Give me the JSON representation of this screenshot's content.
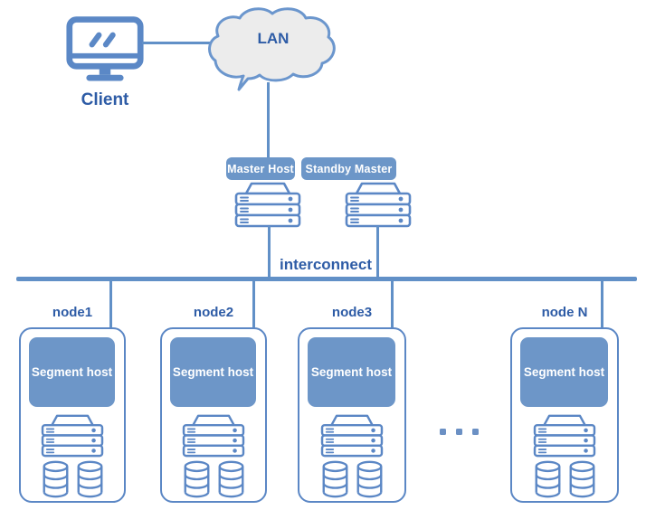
{
  "diagram": {
    "client": {
      "label": "Client"
    },
    "lan": {
      "label": "LAN"
    },
    "masters": {
      "master_label": "Master Host",
      "standby_label": "Standby Master"
    },
    "interconnect": {
      "label": "interconnect"
    },
    "nodes": [
      {
        "label": "node1",
        "segment_label": "Segment host"
      },
      {
        "label": "node2",
        "segment_label": "Segment host"
      },
      {
        "label": "node3",
        "segment_label": "Segment host"
      },
      {
        "label": "node N",
        "segment_label": "Segment host"
      }
    ],
    "icons": [
      "client-monitor-icon",
      "lan-cloud-icon",
      "server-rack-icon",
      "database-cylinder-icon",
      "ellipsis-dots-icon"
    ],
    "colors": {
      "stroke_blue": "#5b87c5",
      "badge_blue": "#6c96c8",
      "dark_text_blue": "#2e5ca6",
      "line_blue": "#6190c7",
      "cloud_fill": "#ececec",
      "cloud_stroke": "#6b96cd",
      "background": "#ffffff"
    }
  }
}
